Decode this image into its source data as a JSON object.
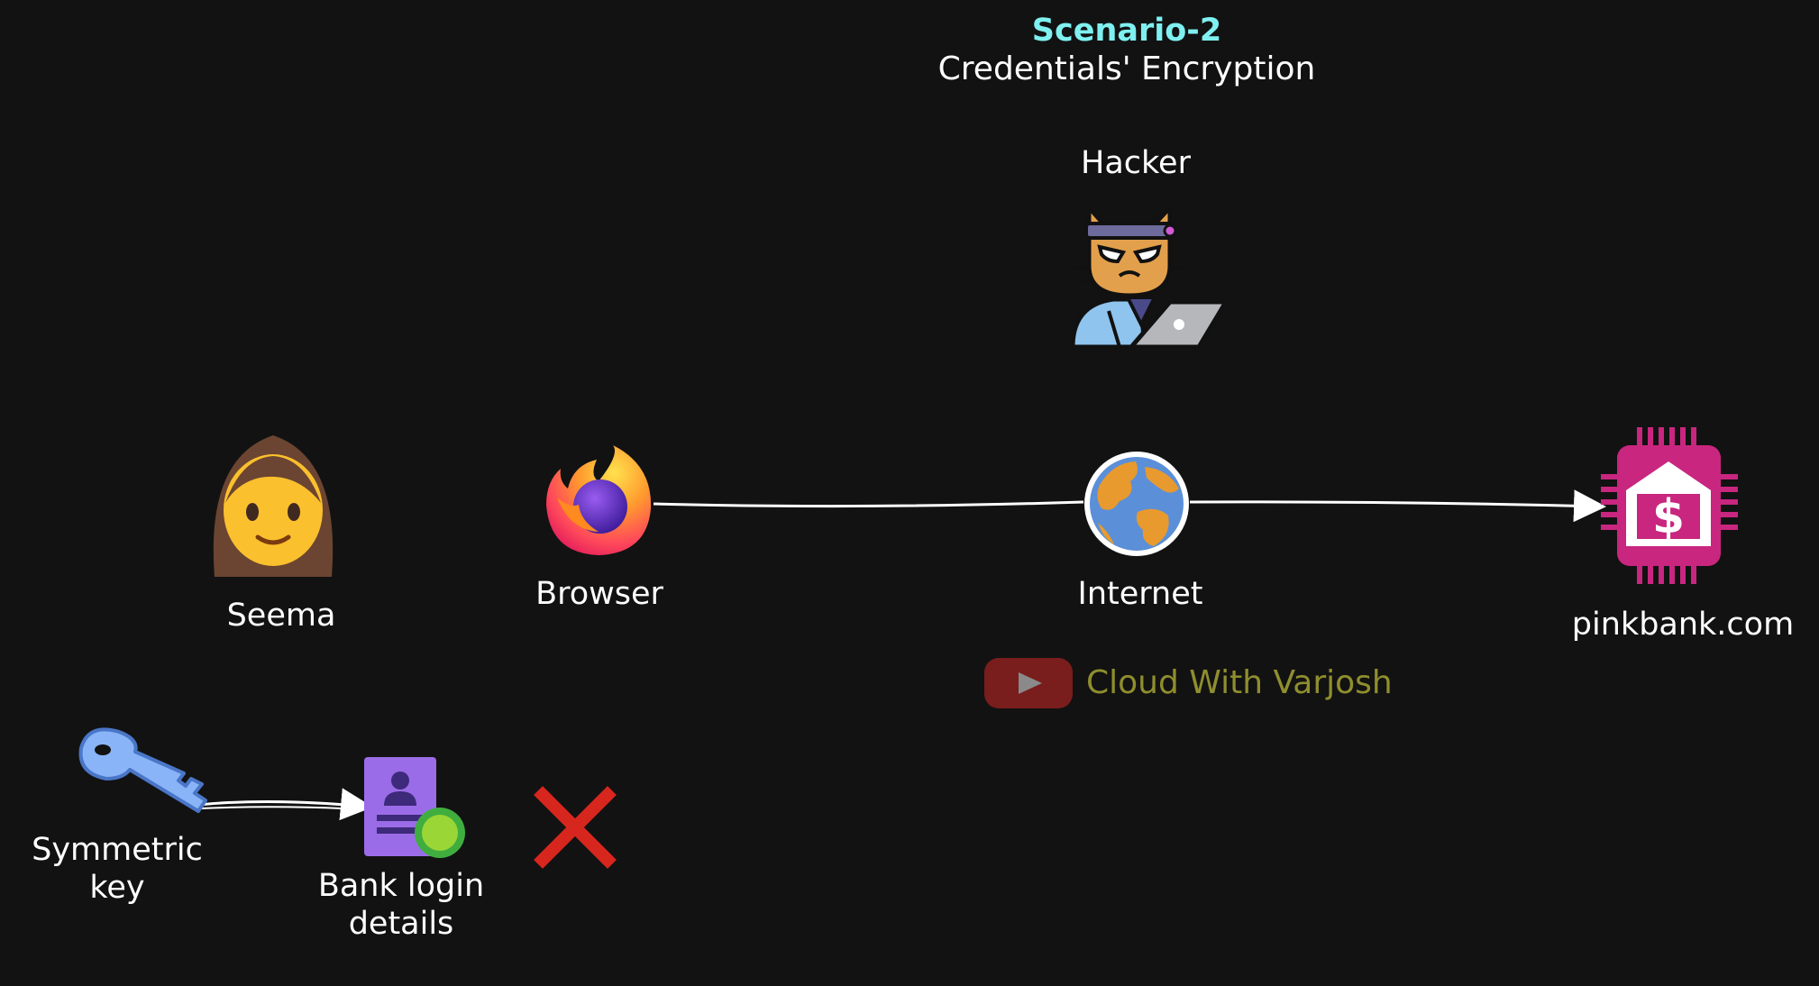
{
  "title": {
    "main": "Scenario-2",
    "sub": "Credentials' Encryption"
  },
  "nodes": {
    "hacker": {
      "label": "Hacker",
      "icon": "hacker-cat-icon"
    },
    "seema": {
      "label": "Seema",
      "icon": "woman-icon"
    },
    "browser": {
      "label": "Browser",
      "icon": "firefox-icon"
    },
    "internet": {
      "label": "Internet",
      "icon": "globe-icon"
    },
    "bank": {
      "label": "pinkbank.com",
      "icon": "bank-chip-icon"
    },
    "symmetric_key": {
      "label_line1": "Symmetric",
      "label_line2": "key",
      "icon": "key-icon"
    },
    "bank_login": {
      "label_line1": "Bank login",
      "label_line2": "details",
      "icon": "credential-document-icon"
    },
    "blocked": {
      "icon": "red-cross-icon"
    }
  },
  "watermark": {
    "text": "Cloud With Varjosh",
    "icon": "youtube-play-icon"
  },
  "colors": {
    "background": "#121212",
    "title_accent": "#7ff0f0",
    "watermark_text": "#8f8e2e",
    "youtube_red": "#7a1d1d",
    "bank_pink": "#c8267f",
    "cross_red": "#d7261e"
  }
}
